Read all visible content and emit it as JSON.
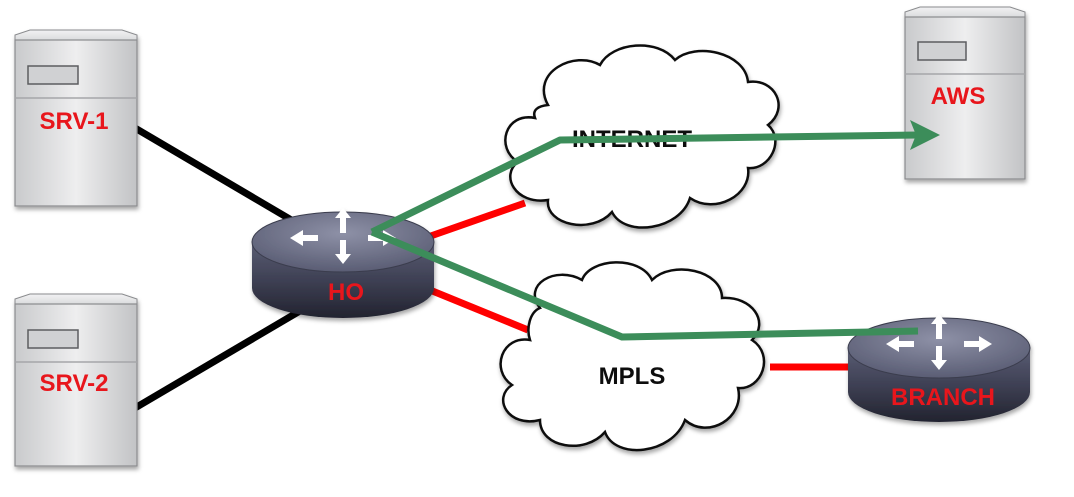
{
  "nodes": {
    "srv1": {
      "label": "SRV-1"
    },
    "srv2": {
      "label": "SRV-2"
    },
    "aws": {
      "label": "AWS"
    },
    "ho": {
      "label": "HO"
    },
    "branch": {
      "label": "BRANCH"
    }
  },
  "clouds": {
    "internet": {
      "label": "INTERNET"
    },
    "mpls": {
      "label": "MPLS"
    }
  },
  "links": [
    {
      "from": "srv1",
      "to": "ho",
      "color": "#000000"
    },
    {
      "from": "srv2",
      "to": "ho",
      "color": "#000000"
    },
    {
      "from": "ho",
      "to": "internet",
      "color": "#ff0000"
    },
    {
      "from": "ho",
      "to": "mpls",
      "color": "#ff0000"
    },
    {
      "from": "mpls",
      "to": "branch",
      "color": "#ff0000"
    }
  ],
  "paths": [
    {
      "from": "ho",
      "via": "internet",
      "to": "aws",
      "color": "#3c8d5a"
    },
    {
      "from": "ho",
      "via": "mpls",
      "to": "branch",
      "color": "#3c8d5a"
    }
  ],
  "colors": {
    "node_label": "#e8141b",
    "cloud_label": "#111111",
    "link_wire": "#000000",
    "link_wan": "#ff0000",
    "traffic_path": "#3c8d5a"
  }
}
